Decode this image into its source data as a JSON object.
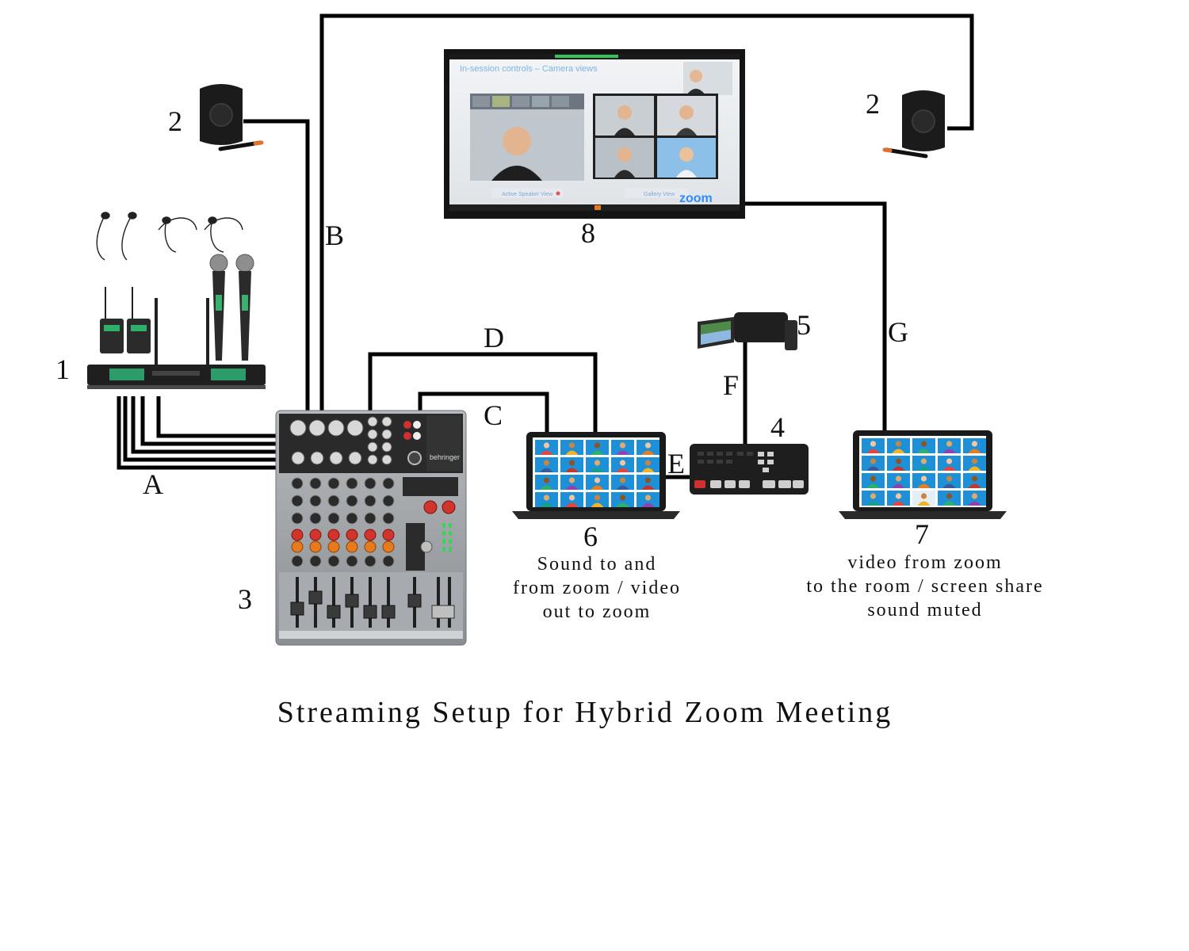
{
  "title": "Streaming Setup for Hybrid Zoom Meeting",
  "devices": {
    "wireless_mic_system": {
      "number": "1"
    },
    "speaker_left": {
      "number": "2"
    },
    "speaker_right": {
      "number": "2"
    },
    "audio_mixer": {
      "number": "3",
      "brand": "behringer"
    },
    "video_switcher": {
      "number": "4"
    },
    "camcorder": {
      "number": "5"
    },
    "laptop_stream": {
      "number": "6",
      "caption": [
        "Sound to and",
        "from zoom / video",
        "out to zoom"
      ]
    },
    "laptop_room": {
      "number": "7",
      "caption": [
        "video from zoom",
        "to the room / screen share",
        "sound muted"
      ]
    },
    "tv_display": {
      "number": "8",
      "screen_heading": "In-session controls – Camera views",
      "active_speaker_label": "Active Speaker View",
      "gallery_label": "Gallery View",
      "zoom_logo": "zoom"
    }
  },
  "connections": {
    "a": "A",
    "b": "B",
    "c": "C",
    "d": "D",
    "e": "E",
    "f": "F",
    "g": "G"
  },
  "colors": {
    "wire": "#000000",
    "zoom_blue": "#2d8cff",
    "mixer_body": "#9ea2a6",
    "knob_red": "#d0342c",
    "knob_orange": "#e87a1e",
    "gallery_tile": "#1e90d8"
  }
}
